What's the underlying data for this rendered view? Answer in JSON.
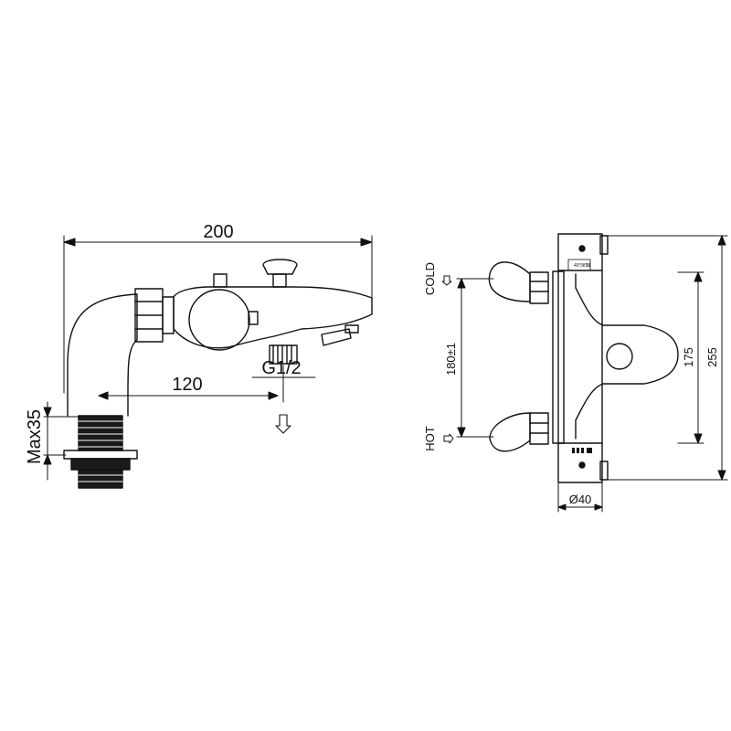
{
  "side_view": {
    "dim_overall_width": "200",
    "dim_spout_offset": "120",
    "dim_outlet_thread": "G1/2",
    "dim_max_deck": "Max35"
  },
  "front_view": {
    "label_cold": "COLD",
    "label_hot": "HOT",
    "dim_inlet_centres": "180±1",
    "dim_body_height": "175",
    "dim_total_height": "255",
    "dim_diameter": "Ø40",
    "scale_top": [
      "40°",
      "38°",
      "16"
    ]
  }
}
